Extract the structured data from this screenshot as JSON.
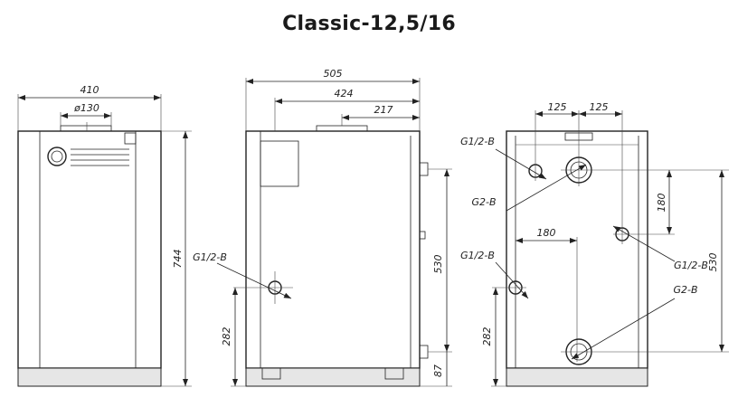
{
  "title": "Classic-12,5/16",
  "front": {
    "width": "410",
    "flue": "ø130",
    "height": "744"
  },
  "side": {
    "depth": "505",
    "flue_depth": "424",
    "flue_offset": "217",
    "pipe_left": "G1/2-B",
    "pipe_height": "282",
    "pipe_spacing": "530",
    "bottom_height": "87"
  },
  "back": {
    "dim_left": "125",
    "dim_right": "125",
    "label_top_left": "G1/2-B",
    "label_g2_top": "G2-B",
    "dim_mid": "180",
    "dim_vert": "180",
    "label_left": "G1/2-B",
    "label_right": "G1/2-B",
    "label_g2_bottom": "G2-B",
    "dim_bottom": "282",
    "dim_right_vert": "530"
  }
}
